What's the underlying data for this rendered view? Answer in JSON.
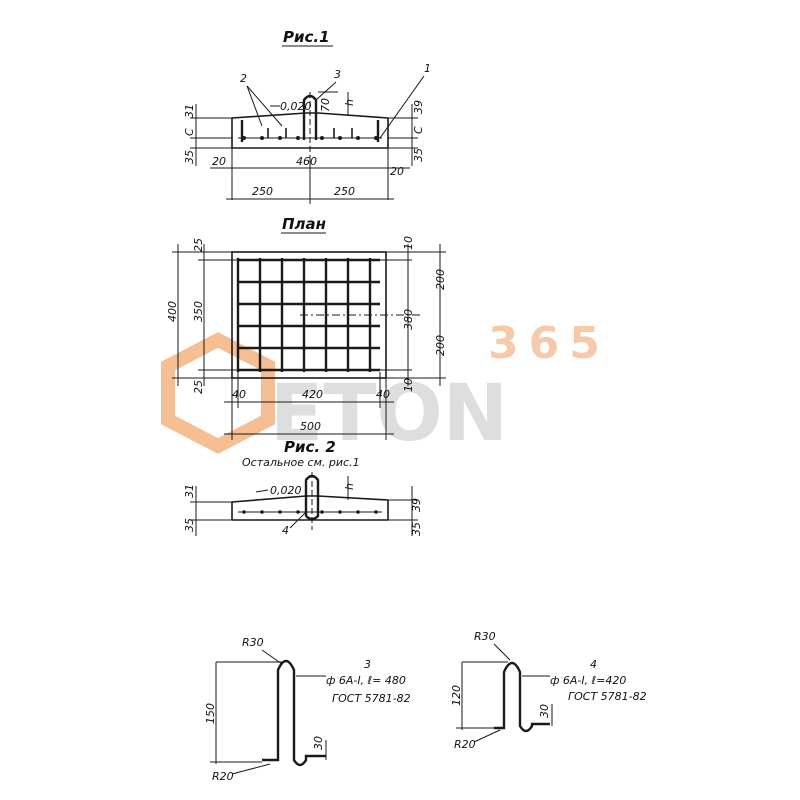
{
  "titles": {
    "fig1": "Рис.1",
    "plan": "План",
    "fig2": "Рис. 2",
    "fig2_note": "Остальное см. рис.1"
  },
  "callouts": {
    "c1": "1",
    "c2": "2",
    "c3": "3",
    "c4": "4"
  },
  "fig1": {
    "slope": "0,020",
    "left_dims": [
      "31",
      "C",
      "35"
    ],
    "right_dims": [
      "39",
      "C",
      "35"
    ],
    "dim_70": "70",
    "dim_h": "h",
    "edge_left": "20",
    "edge_right": "20",
    "total_width": "460",
    "half_left": "250",
    "half_right": "250"
  },
  "plan": {
    "left_total": "400",
    "left_inner": "350",
    "left_top": "25",
    "left_bottom": "25",
    "right_top": "10",
    "right_upper": "200",
    "right_mid": "380",
    "right_lower": "200",
    "right_bottom": "10",
    "bottom_left": "40",
    "bottom_mid": "420",
    "bottom_right": "40",
    "bottom_total": "500"
  },
  "fig2": {
    "slope": "0,020",
    "left_top": "31",
    "left_bottom": "35",
    "dim_h": "h",
    "right_top": "39",
    "right_bottom": "35"
  },
  "bar3": {
    "number": "3",
    "radius_top": "R30",
    "radius_bottom": "R20",
    "height": "150",
    "hook": "30",
    "spec": "ф 6А-I, ℓ= 480",
    "standard": "ГОСТ 5781-82"
  },
  "bar4": {
    "number": "4",
    "radius_top": "R30",
    "radius_bottom": "R20",
    "height": "120",
    "hook": "30",
    "spec": "ф 6А-I, ℓ=420",
    "standard": "ГОСТ 5781-82"
  },
  "watermark": {
    "top": "365",
    "name": "ETON"
  },
  "colors": {
    "ink": "#1a1a1a",
    "watermark_orange": "#f2a86f",
    "watermark_gray": "#cfcfcf"
  }
}
